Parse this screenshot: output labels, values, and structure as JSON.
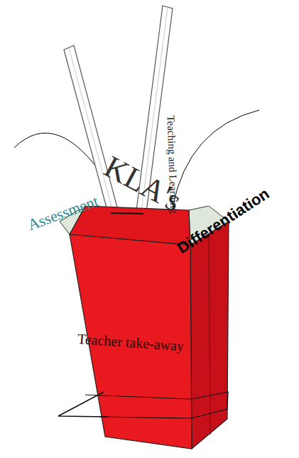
{
  "diagram": {
    "nodes": [
      {
        "text": [
          "Teacher take-away"
        ]
      }
    ],
    "labels": [
      "Assessment",
      "KLA's",
      "Teaching and Learning",
      "Differentiation"
    ]
  }
}
